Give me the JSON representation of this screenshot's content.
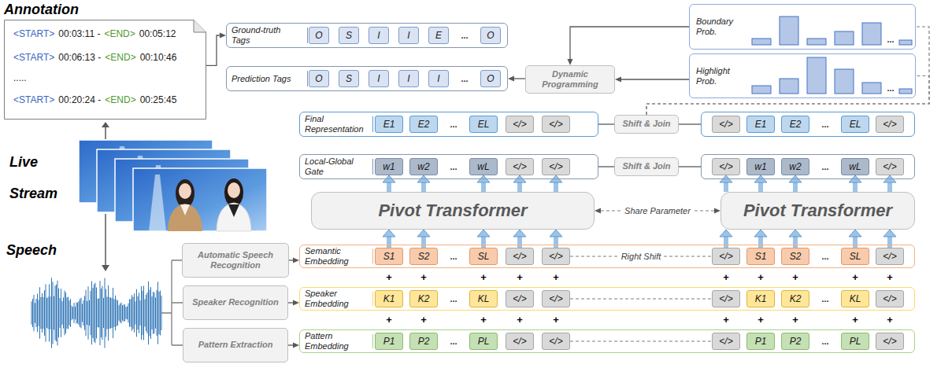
{
  "diagram": {
    "nodes": [
      {
        "text": [
          "<START>",
          "00:03:11 -",
          "<END>",
          "00:05:12",
          "<START>",
          "00:06:13 -",
          "<END>",
          "00:10:46",
          ".....",
          "<START>",
          "00:20:24 -",
          "<END>",
          "00:25:45"
        ]
      },
      {
        "text": [
          "Ground-truth Tags",
          "..."
        ]
      },
      {
        "text": [
          "O"
        ],
        "in": 1
      },
      {
        "text": [
          "S"
        ],
        "in": 1
      },
      {
        "text": [
          "I"
        ],
        "in": 1
      },
      {
        "text": [
          "I"
        ],
        "in": 1
      },
      {
        "text": [
          "E"
        ],
        "in": 1
      },
      {
        "text": [
          "O"
        ],
        "in": 1
      },
      {
        "text": [
          "Boundary Prob.",
          "..."
        ]
      },
      {
        "text": [
          "Prediction Tags",
          "..."
        ]
      },
      {
        "text": [
          "O"
        ],
        "in": 9
      },
      {
        "text": [
          "S"
        ],
        "in": 9
      },
      {
        "text": [
          "I"
        ],
        "in": 9
      },
      {
        "text": [
          "I"
        ],
        "in": 9
      },
      {
        "text": [
          "I"
        ],
        "in": 9
      },
      {
        "text": [
          "O"
        ],
        "in": 9
      },
      {
        "text": [
          "Dynamic Programming"
        ]
      },
      {
        "text": [
          "Highlight Prob.",
          "..."
        ]
      },
      {
        "text": [
          "Final Representation",
          "..."
        ]
      },
      {
        "text": [
          "E1"
        ],
        "in": 18
      },
      {
        "text": [
          "E2"
        ],
        "in": 18
      },
      {
        "text": [
          "EL"
        ],
        "in": 18
      },
      {
        "text": [
          "</>"
        ],
        "in": 18
      },
      {
        "text": [
          "</>"
        ],
        "in": 18
      },
      {
        "text": [
          "Shift & Join"
        ]
      },
      {
        "text": [
          "..."
        ]
      },
      {
        "text": [
          "</>"
        ],
        "in": 25
      },
      {
        "text": [
          "E1"
        ],
        "in": 25
      },
      {
        "text": [
          "E2"
        ],
        "in": 25
      },
      {
        "text": [
          "EL"
        ],
        "in": 25
      },
      {
        "text": [
          "</>"
        ],
        "in": 25
      },
      {
        "text": [
          "Local-Global Gate",
          "..."
        ]
      },
      {
        "text": [
          "w1"
        ],
        "in": 31
      },
      {
        "text": [
          "w2"
        ],
        "in": 31
      },
      {
        "text": [
          "wL"
        ],
        "in": 31
      },
      {
        "text": [
          "</>"
        ],
        "in": 31
      },
      {
        "text": [
          "</>"
        ],
        "in": 31
      },
      {
        "text": [
          "Shift & Join"
        ]
      },
      {
        "text": [
          "..."
        ]
      },
      {
        "text": [
          "</>"
        ],
        "in": 38
      },
      {
        "text": [
          "w1"
        ],
        "in": 38
      },
      {
        "text": [
          "w2"
        ],
        "in": 38
      },
      {
        "text": [
          "wL"
        ],
        "in": 38
      },
      {
        "text": [
          "</>"
        ],
        "in": 38
      },
      {
        "text": [
          "Pivot Transformer"
        ]
      },
      {
        "text": [
          "Pivot Transformer"
        ]
      },
      {
        "text": [
          "Automatic Speech Recognition"
        ]
      },
      {
        "text": [
          "Semantic Embedding",
          "...",
          "..."
        ]
      },
      {
        "text": [
          "S1"
        ],
        "in": 47
      },
      {
        "text": [
          "S2"
        ],
        "in": 47
      },
      {
        "text": [
          "SL"
        ],
        "in": 47
      },
      {
        "text": [
          "</>"
        ],
        "in": 47
      },
      {
        "text": [
          "</>"
        ],
        "in": 47
      },
      {
        "text": [
          "</>"
        ],
        "in": 47
      },
      {
        "text": [
          "S1"
        ],
        "in": 47
      },
      {
        "text": [
          "S2"
        ],
        "in": 47
      },
      {
        "text": [
          "SL"
        ],
        "in": 47
      },
      {
        "text": [
          "</>"
        ],
        "in": 47
      },
      {
        "text": [
          "Speaker Recognition"
        ]
      },
      {
        "text": [
          "Speaker Embedding",
          "...",
          "..."
        ]
      },
      {
        "text": [
          "K1"
        ],
        "in": 59
      },
      {
        "text": [
          "K2"
        ],
        "in": 59
      },
      {
        "text": [
          "KL"
        ],
        "in": 59
      },
      {
        "text": [
          "</>"
        ],
        "in": 59
      },
      {
        "text": [
          "</>"
        ],
        "in": 59
      },
      {
        "text": [
          "</>"
        ],
        "in": 59
      },
      {
        "text": [
          "K1"
        ],
        "in": 59
      },
      {
        "text": [
          "K2"
        ],
        "in": 59
      },
      {
        "text": [
          "KL"
        ],
        "in": 59
      },
      {
        "text": [
          "</>"
        ],
        "in": 59
      },
      {
        "text": [
          "Pattern Extraction"
        ]
      },
      {
        "text": [
          "Pattern Embedding",
          "...",
          "..."
        ]
      },
      {
        "text": [
          "P1"
        ],
        "in": 71
      },
      {
        "text": [
          "P2"
        ],
        "in": 71
      },
      {
        "text": [
          "PL"
        ],
        "in": 71
      },
      {
        "text": [
          "</>"
        ],
        "in": 71
      },
      {
        "text": [
          "</>"
        ],
        "in": 71
      },
      {
        "text": [
          "</>"
        ],
        "in": 71
      },
      {
        "text": [
          "P1"
        ],
        "in": 71
      },
      {
        "text": [
          "P2"
        ],
        "in": 71
      },
      {
        "text": [
          "PL"
        ],
        "in": 71
      },
      {
        "text": [
          "</>"
        ],
        "in": 71
      }
    ],
    "edges": [
      {
        "from": 0,
        "to": 1,
        "arrow": "to"
      },
      {
        "from": 8,
        "to": 16,
        "arrow": "to"
      },
      {
        "from": 17,
        "to": 16,
        "arrow": "to"
      },
      {
        "from": 16,
        "to": 9,
        "arrow": "to"
      },
      {
        "from": 24,
        "to": 8,
        "arrow": "none"
      },
      {
        "from": 24,
        "to": 17,
        "arrow": "none"
      },
      {
        "from": 18,
        "to": 24,
        "arrow": "none"
      },
      {
        "from": 25,
        "to": 24,
        "arrow": "none"
      },
      {
        "from": 31,
        "to": 37,
        "arrow": "none"
      },
      {
        "from": 38,
        "to": 37,
        "arrow": "none"
      },
      {
        "from": 44,
        "to": 32,
        "arrow": "to"
      },
      {
        "from": 44,
        "to": 33,
        "arrow": "to"
      },
      {
        "from": 44,
        "to": 34,
        "arrow": "to"
      },
      {
        "from": 44,
        "to": 35,
        "arrow": "to"
      },
      {
        "from": 44,
        "to": 36,
        "arrow": "to"
      },
      {
        "from": 45,
        "to": 39,
        "arrow": "to"
      },
      {
        "from": 45,
        "to": 40,
        "arrow": "to"
      },
      {
        "from": 45,
        "to": 41,
        "arrow": "to"
      },
      {
        "from": 45,
        "to": 42,
        "arrow": "to"
      },
      {
        "from": 45,
        "to": 43,
        "arrow": "to"
      },
      {
        "from": 48,
        "to": 44,
        "arrow": "to"
      },
      {
        "from": 49,
        "to": 44,
        "arrow": "to"
      },
      {
        "from": 50,
        "to": 44,
        "arrow": "to"
      },
      {
        "from": 51,
        "to": 44,
        "arrow": "to"
      },
      {
        "from": 52,
        "to": 44,
        "arrow": "to"
      },
      {
        "from": 53,
        "to": 45,
        "arrow": "to"
      },
      {
        "from": 54,
        "to": 45,
        "arrow": "to"
      },
      {
        "from": 55,
        "to": 45,
        "arrow": "to"
      },
      {
        "from": 56,
        "to": 45,
        "arrow": "to"
      },
      {
        "from": 57,
        "to": 45,
        "arrow": "to"
      },
      {
        "from": 44,
        "to": 45,
        "label": "Share Parameter",
        "arrow": "both"
      },
      {
        "from": 46,
        "to": 47,
        "arrow": "to"
      },
      {
        "from": 58,
        "to": 59,
        "arrow": "to"
      },
      {
        "from": 70,
        "to": 71,
        "arrow": "to"
      },
      {
        "from": 52,
        "to": 53,
        "label": "Right Shift",
        "arrow": "none"
      },
      {
        "from": 64,
        "to": 65,
        "arrow": "none"
      },
      {
        "from": 76,
        "to": 77,
        "arrow": "none"
      }
    ],
    "labels": [
      "Annotation",
      "Live Stream",
      "Speech",
      "+",
      "+",
      "+",
      "+",
      "+",
      "+",
      "+",
      "+",
      "+",
      "+",
      "+",
      "+",
      "+",
      "+",
      "+",
      "+",
      "+",
      "+",
      "+",
      "+"
    ]
  }
}
